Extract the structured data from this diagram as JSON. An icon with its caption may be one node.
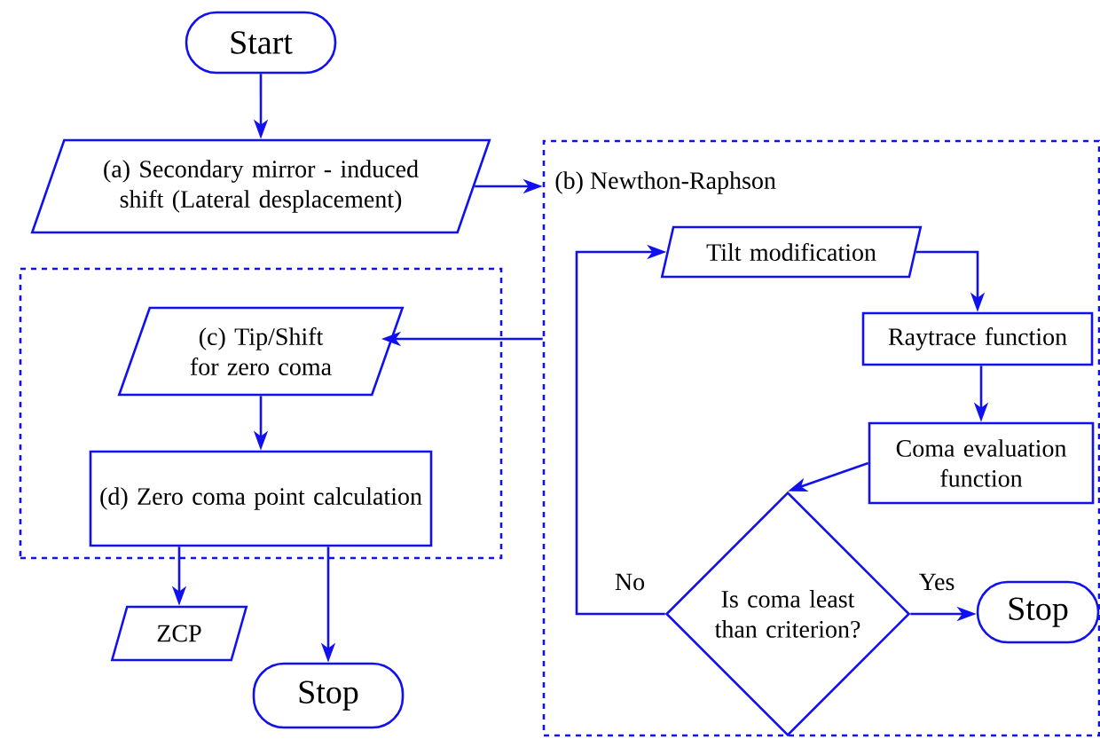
{
  "diagram": {
    "nodes": [
      {
        "text": [
          "Start"
        ]
      },
      {
        "text": [
          "(a) Secondary mirror - induced shift (Lateral desplacement)"
        ]
      },
      {
        "text": [
          "(b) Newthon-Raphson"
        ]
      },
      {
        "text": [
          "Tilt modification"
        ],
        "in": 2
      },
      {
        "text": [
          "Raytrace function"
        ],
        "in": 2
      },
      {
        "text": [
          "Coma evaluation function"
        ],
        "in": 2
      },
      {
        "text": [
          "Is coma least than criterion?"
        ],
        "in": 2
      },
      {
        "text": [
          "Stop"
        ],
        "in": 2
      },
      {
        "text": [],
        "shape": "box"
      },
      {
        "text": [
          "(c) Tip/Shift for zero coma"
        ],
        "in": 8
      },
      {
        "text": [
          "(d) Zero coma point calculation"
        ],
        "in": 8
      },
      {
        "text": [
          "ZCP"
        ]
      },
      {
        "text": [
          "Stop"
        ]
      }
    ],
    "edges": [
      {
        "from": 0,
        "to": 1,
        "arrow": "to"
      },
      {
        "from": 1,
        "to": 2,
        "arrow": "to"
      },
      {
        "from": 2,
        "to": 9,
        "arrow": "to"
      },
      {
        "from": 3,
        "to": 4,
        "arrow": "to"
      },
      {
        "from": 4,
        "to": 5,
        "arrow": "to"
      },
      {
        "from": 5,
        "to": 6,
        "arrow": "to"
      },
      {
        "from": 6,
        "to": 3,
        "arrow": "to",
        "label": "No"
      },
      {
        "from": 6,
        "to": 7,
        "arrow": "to",
        "label": "Yes"
      },
      {
        "from": 9,
        "to": 10,
        "arrow": "to"
      },
      {
        "from": 10,
        "to": 11,
        "arrow": "to"
      },
      {
        "from": 10,
        "to": 12,
        "arrow": "to"
      }
    ]
  }
}
